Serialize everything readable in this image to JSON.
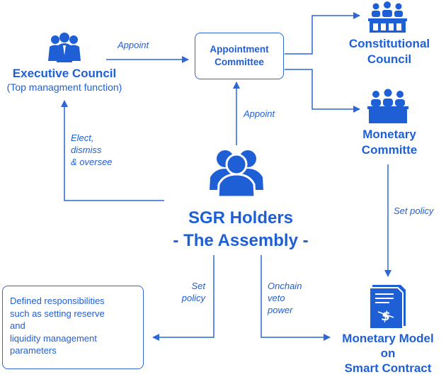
{
  "nodes": {
    "executive_council": {
      "title": "Executive Council",
      "subtitle": "(Top managment function)"
    },
    "appointment_committee": {
      "line1": "Appointment",
      "line2": "Committee"
    },
    "constitutional_council": {
      "line1": "Constitutional",
      "line2": "Council"
    },
    "monetary_committe": {
      "line1": "Monetary",
      "line2": "Committe"
    },
    "sgr_holders": {
      "line1": "SGR Holders",
      "line2": "- The Assembly -"
    },
    "responsibilities": {
      "line1": "Defined responsibilities",
      "line2": "such as setting reserve",
      "line3": "and",
      "line4": "liquidity management",
      "line5": "parameters"
    },
    "monetary_model": {
      "line1": "Monetary Model",
      "line2": "on",
      "line3": "Smart Contract"
    }
  },
  "edges": {
    "appoint_top": "Appoint",
    "appoint_mid": "Appoint",
    "elect": {
      "line1": "Elect,",
      "line2": "dismiss",
      "line3": "& oversee"
    },
    "set_policy_right": "Set policy",
    "set_policy_left": {
      "line1": "Set",
      "line2": "policy"
    },
    "veto": {
      "line1": "Onchain",
      "line2": "veto",
      "line3": "power"
    }
  },
  "colors": {
    "primary": "#1f5fd6",
    "line": "#2e66d6"
  },
  "icons": [
    "team-icon",
    "council-icon",
    "committee-icon",
    "assembly-icon",
    "contract-document-icon"
  ]
}
